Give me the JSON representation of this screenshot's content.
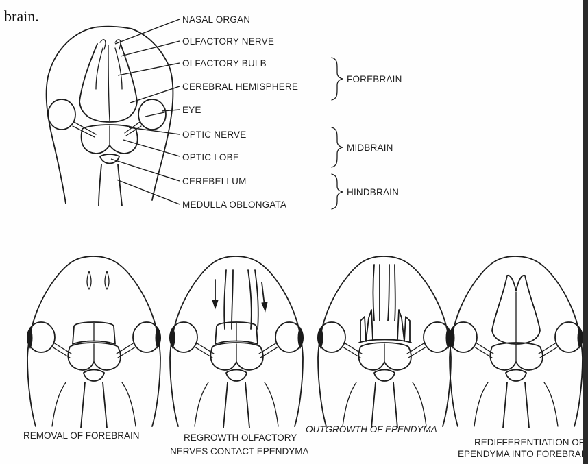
{
  "header_word": "brain.",
  "labels": {
    "nasal_organ": "NASAL ORGAN",
    "olfactory_nerve": "OLFACTORY NERVE",
    "olfactory_bulb": "OLFACTORY BULB",
    "cerebral_hemisphere": "CEREBRAL HEMISPHERE",
    "eye": "EYE",
    "optic_nerve": "OPTIC NERVE",
    "optic_lobe": "OPTIC LOBE",
    "cerebellum": "CEREBELLUM",
    "medulla_oblongata": "MEDULLA OBLONGATA"
  },
  "regions": {
    "forebrain": "FOREBRAIN",
    "midbrain": "MIDBRAIN",
    "hindbrain": "HINDBRAIN"
  },
  "captions": {
    "panel1": "REMOVAL OF FOREBRAIN",
    "panel2_line1": "REGROWTH OLFACTORY",
    "panel2_line2": "NERVES CONTACT EPENDYMA",
    "panel3": "OUTGROWTH OF EPENDYMA",
    "panel4_line1": "REDIFFERENTIATION OF",
    "panel4_line2": "EPENDYMA INTO FOREBRAIN"
  }
}
